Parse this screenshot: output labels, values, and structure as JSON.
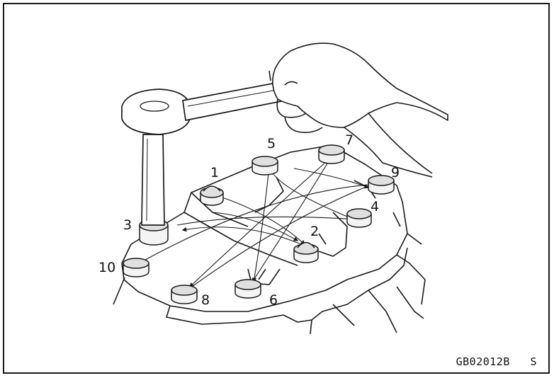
{
  "figure": {
    "bolt_labels": [
      "1",
      "2",
      "3",
      "4",
      "5",
      "6",
      "7",
      "8",
      "9",
      "10"
    ],
    "figure_code": "GB02012B",
    "figure_suffix": "S"
  },
  "colors": {
    "line": "#1a1a1a",
    "bolt_top": "#e0e0e0",
    "bolt_body": "#f4f4f4"
  }
}
